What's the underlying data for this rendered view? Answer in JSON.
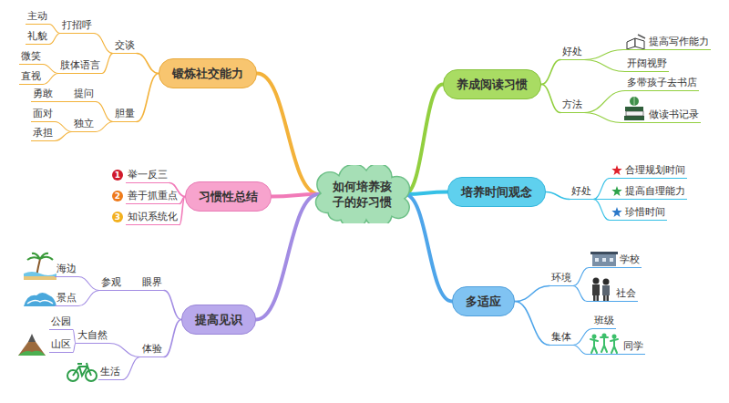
{
  "diagram": {
    "nodes": [
      {
        "text": [
          "如何培养孩子的好习惯"
        ]
      },
      {
        "text": [
          "养成阅读习惯"
        ]
      },
      {
        "text": [
          "好处"
        ]
      },
      {
        "text": [
          "提高写作能力"
        ]
      },
      {
        "text": [
          "开阔视野"
        ]
      },
      {
        "text": [
          "方法"
        ]
      },
      {
        "text": [
          "多带孩子去书店"
        ]
      },
      {
        "text": [
          "做读书记录"
        ]
      },
      {
        "text": [
          "培养时间观念"
        ]
      },
      {
        "text": [
          "好处"
        ]
      },
      {
        "text": [
          "合理规划时间"
        ]
      },
      {
        "text": [
          "提高自理能力"
        ]
      },
      {
        "text": [
          "珍惜时间"
        ]
      },
      {
        "text": [
          "多适应"
        ]
      },
      {
        "text": [
          "环境"
        ]
      },
      {
        "text": [
          "学校"
        ]
      },
      {
        "text": [
          "社会"
        ]
      },
      {
        "text": [
          "集体"
        ]
      },
      {
        "text": [
          "班级"
        ]
      },
      {
        "text": [
          "同学"
        ]
      },
      {
        "text": [
          "锻炼社交能力"
        ]
      },
      {
        "text": [
          "交谈"
        ]
      },
      {
        "text": [
          "打招呼"
        ]
      },
      {
        "text": [
          "主动"
        ]
      },
      {
        "text": [
          "礼貌"
        ]
      },
      {
        "text": [
          "肢体语言"
        ]
      },
      {
        "text": [
          "微笑"
        ]
      },
      {
        "text": [
          "直视"
        ]
      },
      {
        "text": [
          "胆量"
        ]
      },
      {
        "text": [
          "提问"
        ]
      },
      {
        "text": [
          "勇敢"
        ]
      },
      {
        "text": [
          "独立"
        ]
      },
      {
        "text": [
          "面对"
        ]
      },
      {
        "text": [
          "承担"
        ]
      },
      {
        "text": [
          "习惯性总结"
        ]
      },
      {
        "text": [
          "举一反三"
        ]
      },
      {
        "text": [
          "善于抓重点"
        ]
      },
      {
        "text": [
          "知识系统化"
        ]
      },
      {
        "text": [
          "提高见识"
        ]
      },
      {
        "text": [
          "眼界"
        ]
      },
      {
        "text": [
          "参观"
        ]
      },
      {
        "text": [
          "海边"
        ]
      },
      {
        "text": [
          "景点"
        ]
      },
      {
        "text": [
          "体验"
        ]
      },
      {
        "text": [
          "大自然"
        ]
      },
      {
        "text": [
          "公园"
        ]
      },
      {
        "text": [
          "山区"
        ]
      },
      {
        "text": [
          "生活"
        ]
      }
    ],
    "edges": [
      {
        "from": 0,
        "to": 1,
        "arrow": "none"
      },
      {
        "from": 1,
        "to": 2,
        "arrow": "none"
      },
      {
        "from": 2,
        "to": 3,
        "arrow": "none"
      },
      {
        "from": 2,
        "to": 4,
        "arrow": "none"
      },
      {
        "from": 1,
        "to": 5,
        "arrow": "none"
      },
      {
        "from": 5,
        "to": 6,
        "arrow": "none"
      },
      {
        "from": 5,
        "to": 7,
        "arrow": "none"
      },
      {
        "from": 0,
        "to": 8,
        "arrow": "none"
      },
      {
        "from": 8,
        "to": 9,
        "arrow": "none"
      },
      {
        "from": 9,
        "to": 10,
        "arrow": "none"
      },
      {
        "from": 9,
        "to": 11,
        "arrow": "none"
      },
      {
        "from": 9,
        "to": 12,
        "arrow": "none"
      },
      {
        "from": 0,
        "to": 13,
        "arrow": "none"
      },
      {
        "from": 13,
        "to": 14,
        "arrow": "none"
      },
      {
        "from": 14,
        "to": 15,
        "arrow": "none"
      },
      {
        "from": 14,
        "to": 16,
        "arrow": "none"
      },
      {
        "from": 13,
        "to": 17,
        "arrow": "none"
      },
      {
        "from": 17,
        "to": 18,
        "arrow": "none"
      },
      {
        "from": 17,
        "to": 19,
        "arrow": "none"
      },
      {
        "from": 0,
        "to": 20,
        "arrow": "none"
      },
      {
        "from": 20,
        "to": 21,
        "arrow": "none"
      },
      {
        "from": 21,
        "to": 22,
        "arrow": "none"
      },
      {
        "from": 22,
        "to": 23,
        "arrow": "none"
      },
      {
        "from": 22,
        "to": 24,
        "arrow": "none"
      },
      {
        "from": 21,
        "to": 25,
        "arrow": "none"
      },
      {
        "from": 25,
        "to": 26,
        "arrow": "none"
      },
      {
        "from": 25,
        "to": 27,
        "arrow": "none"
      },
      {
        "from": 20,
        "to": 28,
        "arrow": "none"
      },
      {
        "from": 28,
        "to": 29,
        "arrow": "none"
      },
      {
        "from": 29,
        "to": 30,
        "arrow": "none"
      },
      {
        "from": 28,
        "to": 31,
        "arrow": "none"
      },
      {
        "from": 31,
        "to": 32,
        "arrow": "none"
      },
      {
        "from": 31,
        "to": 33,
        "arrow": "none"
      },
      {
        "from": 0,
        "to": 34,
        "arrow": "none"
      },
      {
        "from": 34,
        "to": 35,
        "arrow": "none"
      },
      {
        "from": 34,
        "to": 36,
        "arrow": "none"
      },
      {
        "from": 34,
        "to": 37,
        "arrow": "none"
      },
      {
        "from": 0,
        "to": 38,
        "arrow": "none"
      },
      {
        "from": 38,
        "to": 39,
        "arrow": "none"
      },
      {
        "from": 39,
        "to": 40,
        "arrow": "none"
      },
      {
        "from": 40,
        "to": 41,
        "arrow": "none"
      },
      {
        "from": 40,
        "to": 42,
        "arrow": "none"
      },
      {
        "from": 38,
        "to": 43,
        "arrow": "none"
      },
      {
        "from": 43,
        "to": 44,
        "arrow": "none"
      },
      {
        "from": 44,
        "to": 45,
        "arrow": "none"
      },
      {
        "from": 44,
        "to": 46,
        "arrow": "none"
      },
      {
        "from": 43,
        "to": 47,
        "arrow": "none"
      }
    ],
    "labels": [
      "1",
      "2",
      "3"
    ]
  }
}
